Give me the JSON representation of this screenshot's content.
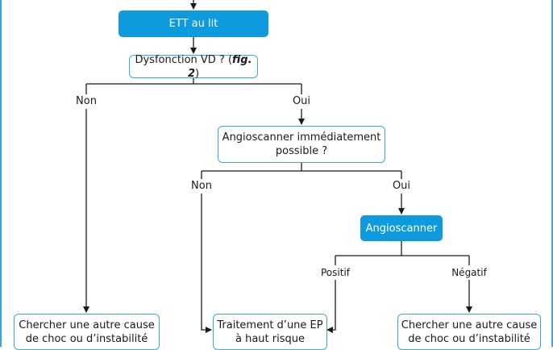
{
  "nodes": {
    "ett": "ETT au lit",
    "dysfonction_pre": "Dysfonction VD ? (",
    "dysfonction_fig": "fig. 2",
    "dysfonction_post": ")",
    "angioscanner_possible_line1": "Angioscanner immédiatement",
    "angioscanner_possible_line2": "possible ?",
    "angioscanner": "Angioscanner",
    "autre_cause_left_line1": "Chercher une autre cause",
    "autre_cause_left_line2": "de choc ou d’instabilité",
    "traitement_line1": "Traitement d’une EP",
    "traitement_line2": "à haut risque",
    "autre_cause_right_line1": "Chercher une autre cause",
    "autre_cause_right_line2": "de choc ou d’instabilité"
  },
  "labels": {
    "non_1": "Non",
    "oui_1": "Oui",
    "non_2": "Non",
    "oui_2": "Oui",
    "positif": "Positif",
    "negatif": "Négatif"
  },
  "colors": {
    "accent": "#0e9ade",
    "border": "#3aa9d8",
    "line": "#1a1a1a"
  }
}
